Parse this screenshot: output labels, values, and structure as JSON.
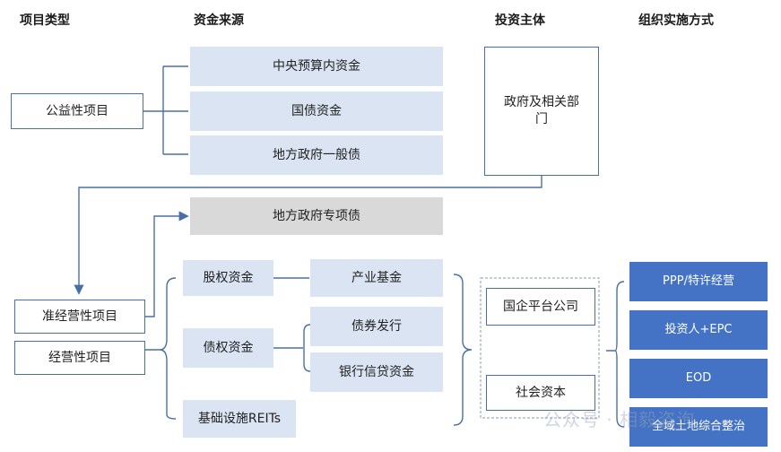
{
  "headers": {
    "project_type": "项目类型",
    "fund_source": "资金来源",
    "investor": "投资主体",
    "org_method": "组织实施方式"
  },
  "project_types": {
    "public": "公益性项目",
    "quasi": "准经营性项目",
    "operating": "经营性项目"
  },
  "fund_sources": {
    "central_budget": "中央预算内资金",
    "treasury_bonds": "国债资金",
    "local_general_bonds": "地方政府一般债",
    "local_special_bonds": "地方政府专项债",
    "equity": "股权资金",
    "industry_fund": "产业基金",
    "debt": "债权资金",
    "bond_issuance": "债券发行",
    "bank_credit": "银行信贷资金",
    "reits": "基础设施REITs"
  },
  "investors": {
    "government": "政府及相关部门",
    "soe_platform": "国企平台公司",
    "social_capital": "社会资本"
  },
  "org_methods": [
    "PPP/特许经营",
    "投资人+EPC",
    "EOD",
    "全域土地综合整治"
  ],
  "watermark": "公众号 · 相毅咨询",
  "colors": {
    "source_fill": "#dae4f3",
    "special_bond_fill": "#d9d9d9",
    "method_fill": "#4472c4",
    "line": "#4a6fa5"
  }
}
